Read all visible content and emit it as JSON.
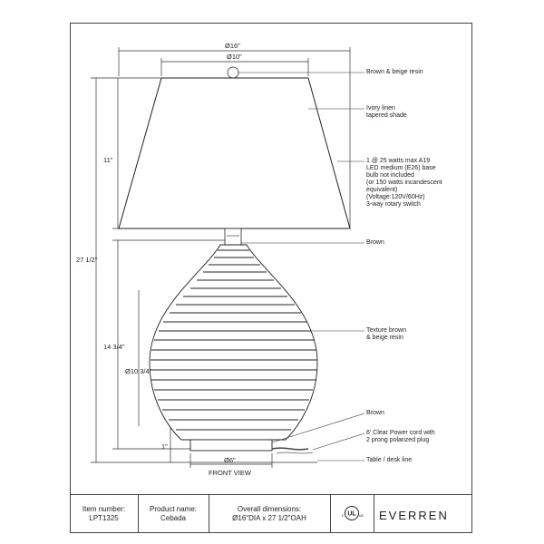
{
  "dimensions": {
    "shade_top_width": "Ø16\"",
    "shade_top_small": "Ø10\"",
    "shade_height": "11\"",
    "total_height": "27 1/2\"",
    "base_height": "14 3/4\"",
    "base_diameter": "Ø10 3/4\"",
    "foot_height": "1\"",
    "foot_diameter": "Ø6\""
  },
  "view_label": "FRONT VIEW",
  "notes": {
    "finial": "Brown & beige resin",
    "shade": "Ivory linen\ntapered shade",
    "bulb": "1 @ 25 watts max A19\nLED medium (E26) base\nbulb not included\n(or 150 watts incandescent\nequivalent)\n(Voltage:120V/60Hz)\n3-way rotary switch",
    "neck": "Brown",
    "body": "Texture brown\n& beige resin",
    "foot": "Brown",
    "cord": "6' Clear Power cord with\n2 prong polarized plug",
    "table": "Table / desk line"
  },
  "title_block": {
    "item_number_label": "Item number:",
    "item_number": "LPT1325",
    "product_name_label": "Product name:",
    "product_name": "Cebada",
    "dimensions_label": "Overall dimensions:",
    "dimensions_value": "Ø16\"DIA x 27 1/2\"OAH",
    "certification": "c UL us",
    "brand": "EVERREN"
  }
}
